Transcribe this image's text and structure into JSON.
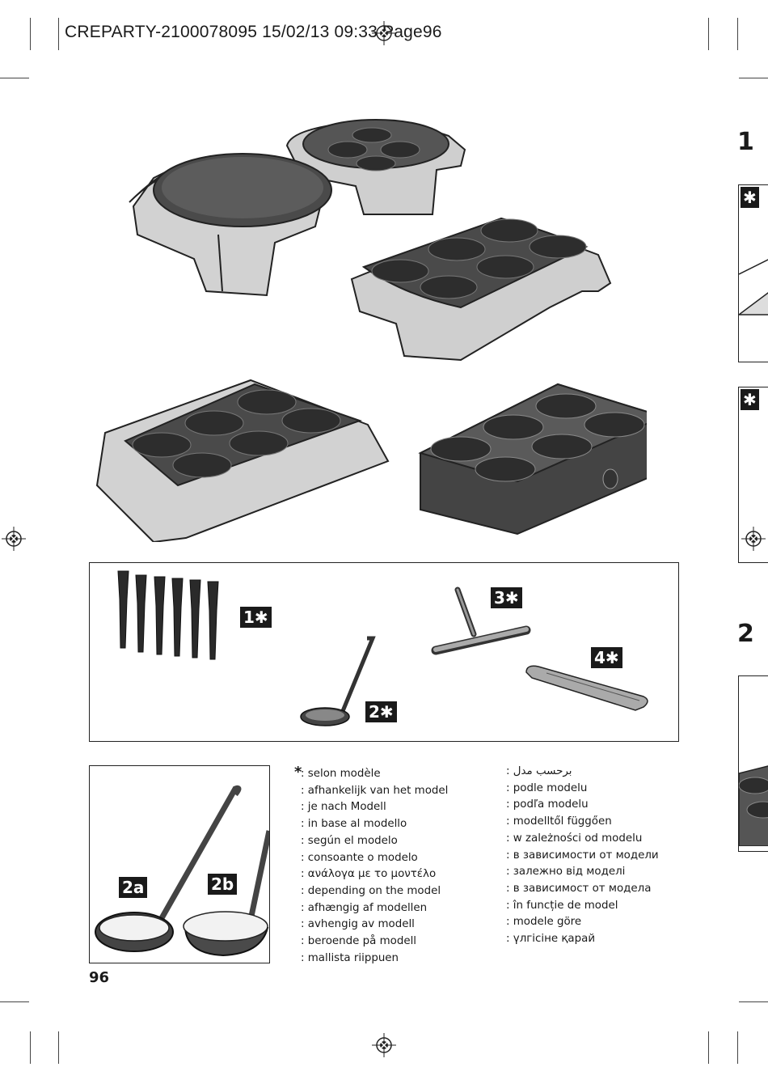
{
  "slug": {
    "text": "CREPARTY-2100078095  15/02/13  09:33  Page96"
  },
  "steps": {
    "step1": "1",
    "step2": "2"
  },
  "accessories": {
    "tag_1": "1✱",
    "tag_2": "2✱",
    "tag_3": "3✱",
    "tag_4": "4✱"
  },
  "ladles": {
    "tag_2a": "2a",
    "tag_2b": "2b"
  },
  "legend": {
    "asterisk": "*",
    "col1": [
      ": selon modèle",
      ": afhankelijk van het model",
      ": je nach Modell",
      ": in base al modello",
      ": según el modelo",
      ": consoante o modelo",
      ": ανάλογα με το μοντέλο",
      ": depending on the model",
      ": afhængig af modellen",
      ": avhengig av modell",
      ": beroende på modell",
      ": mallista riippuen"
    ],
    "col2": [
      ": برحسب مدل",
      ": podle modelu",
      ": podľa modelu",
      ": modelltől függően",
      ": w zależności od modelu",
      ": в зависимости от модели",
      ": залежно від моделі",
      ": в зависимост от модела",
      ": în funcție de model",
      ": modele göre",
      ": үлгісіне қарай"
    ]
  },
  "page_number": "96",
  "colors": {
    "ink": "#1a1a1a",
    "plate": "#3a3a3a",
    "body_grey": "#cfcfcf"
  }
}
